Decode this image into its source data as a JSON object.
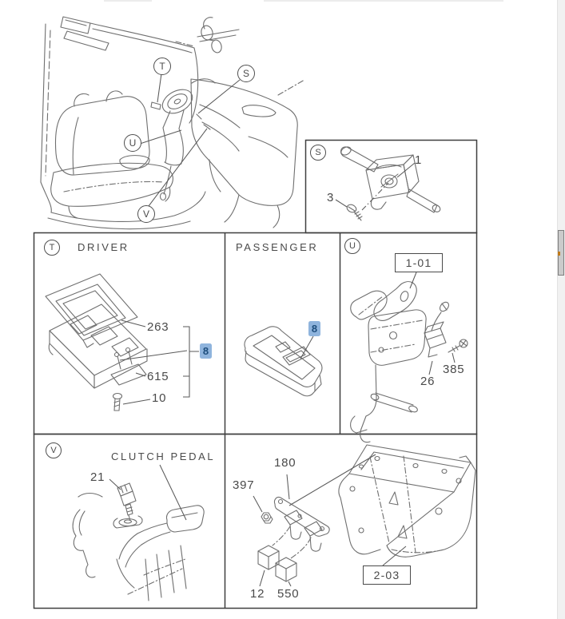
{
  "diagram": {
    "type": "vehicle-parts-diagram",
    "colors": {
      "background": "#ffffff",
      "line": "#6f6f6f",
      "grid_border": "#3f3f3f",
      "text": "#4a4a4a",
      "highlight_bg": "#8fb4dd",
      "highlight_text": "#1d4d7c",
      "scrollbar_track": "#f1f1f1",
      "scrollbar_thumb": "#cbcbcb",
      "scrollbar_thumb_border": "#7f7f7f",
      "scrollbar_marker": "#c07a1a"
    },
    "overview": {
      "callouts": [
        {
          "letter": "T"
        },
        {
          "letter": "S"
        },
        {
          "letter": "U"
        },
        {
          "letter": "V"
        }
      ]
    },
    "sections": {
      "s": {
        "letter": "S",
        "callouts": {
          "switch": "1",
          "screw": "3"
        }
      },
      "driver": {
        "letter": "T",
        "title": "DRIVER",
        "callouts": {
          "bezel": "263",
          "bracket": "615",
          "screw": "10"
        },
        "highlight": "8"
      },
      "passenger": {
        "title": "PASSENGER",
        "highlight": "8"
      },
      "u": {
        "letter": "U",
        "ref": "1-01",
        "callouts": {
          "switch": "26",
          "screw": "385"
        }
      },
      "v": {
        "letter": "V",
        "title": "CLUTCH PEDAL",
        "callouts": {
          "switch": "21"
        }
      },
      "relay": {
        "ref": "2-03",
        "callouts": {
          "bracket": "180",
          "nut": "397",
          "relay_a": "12",
          "relay_b": "550"
        }
      }
    }
  }
}
